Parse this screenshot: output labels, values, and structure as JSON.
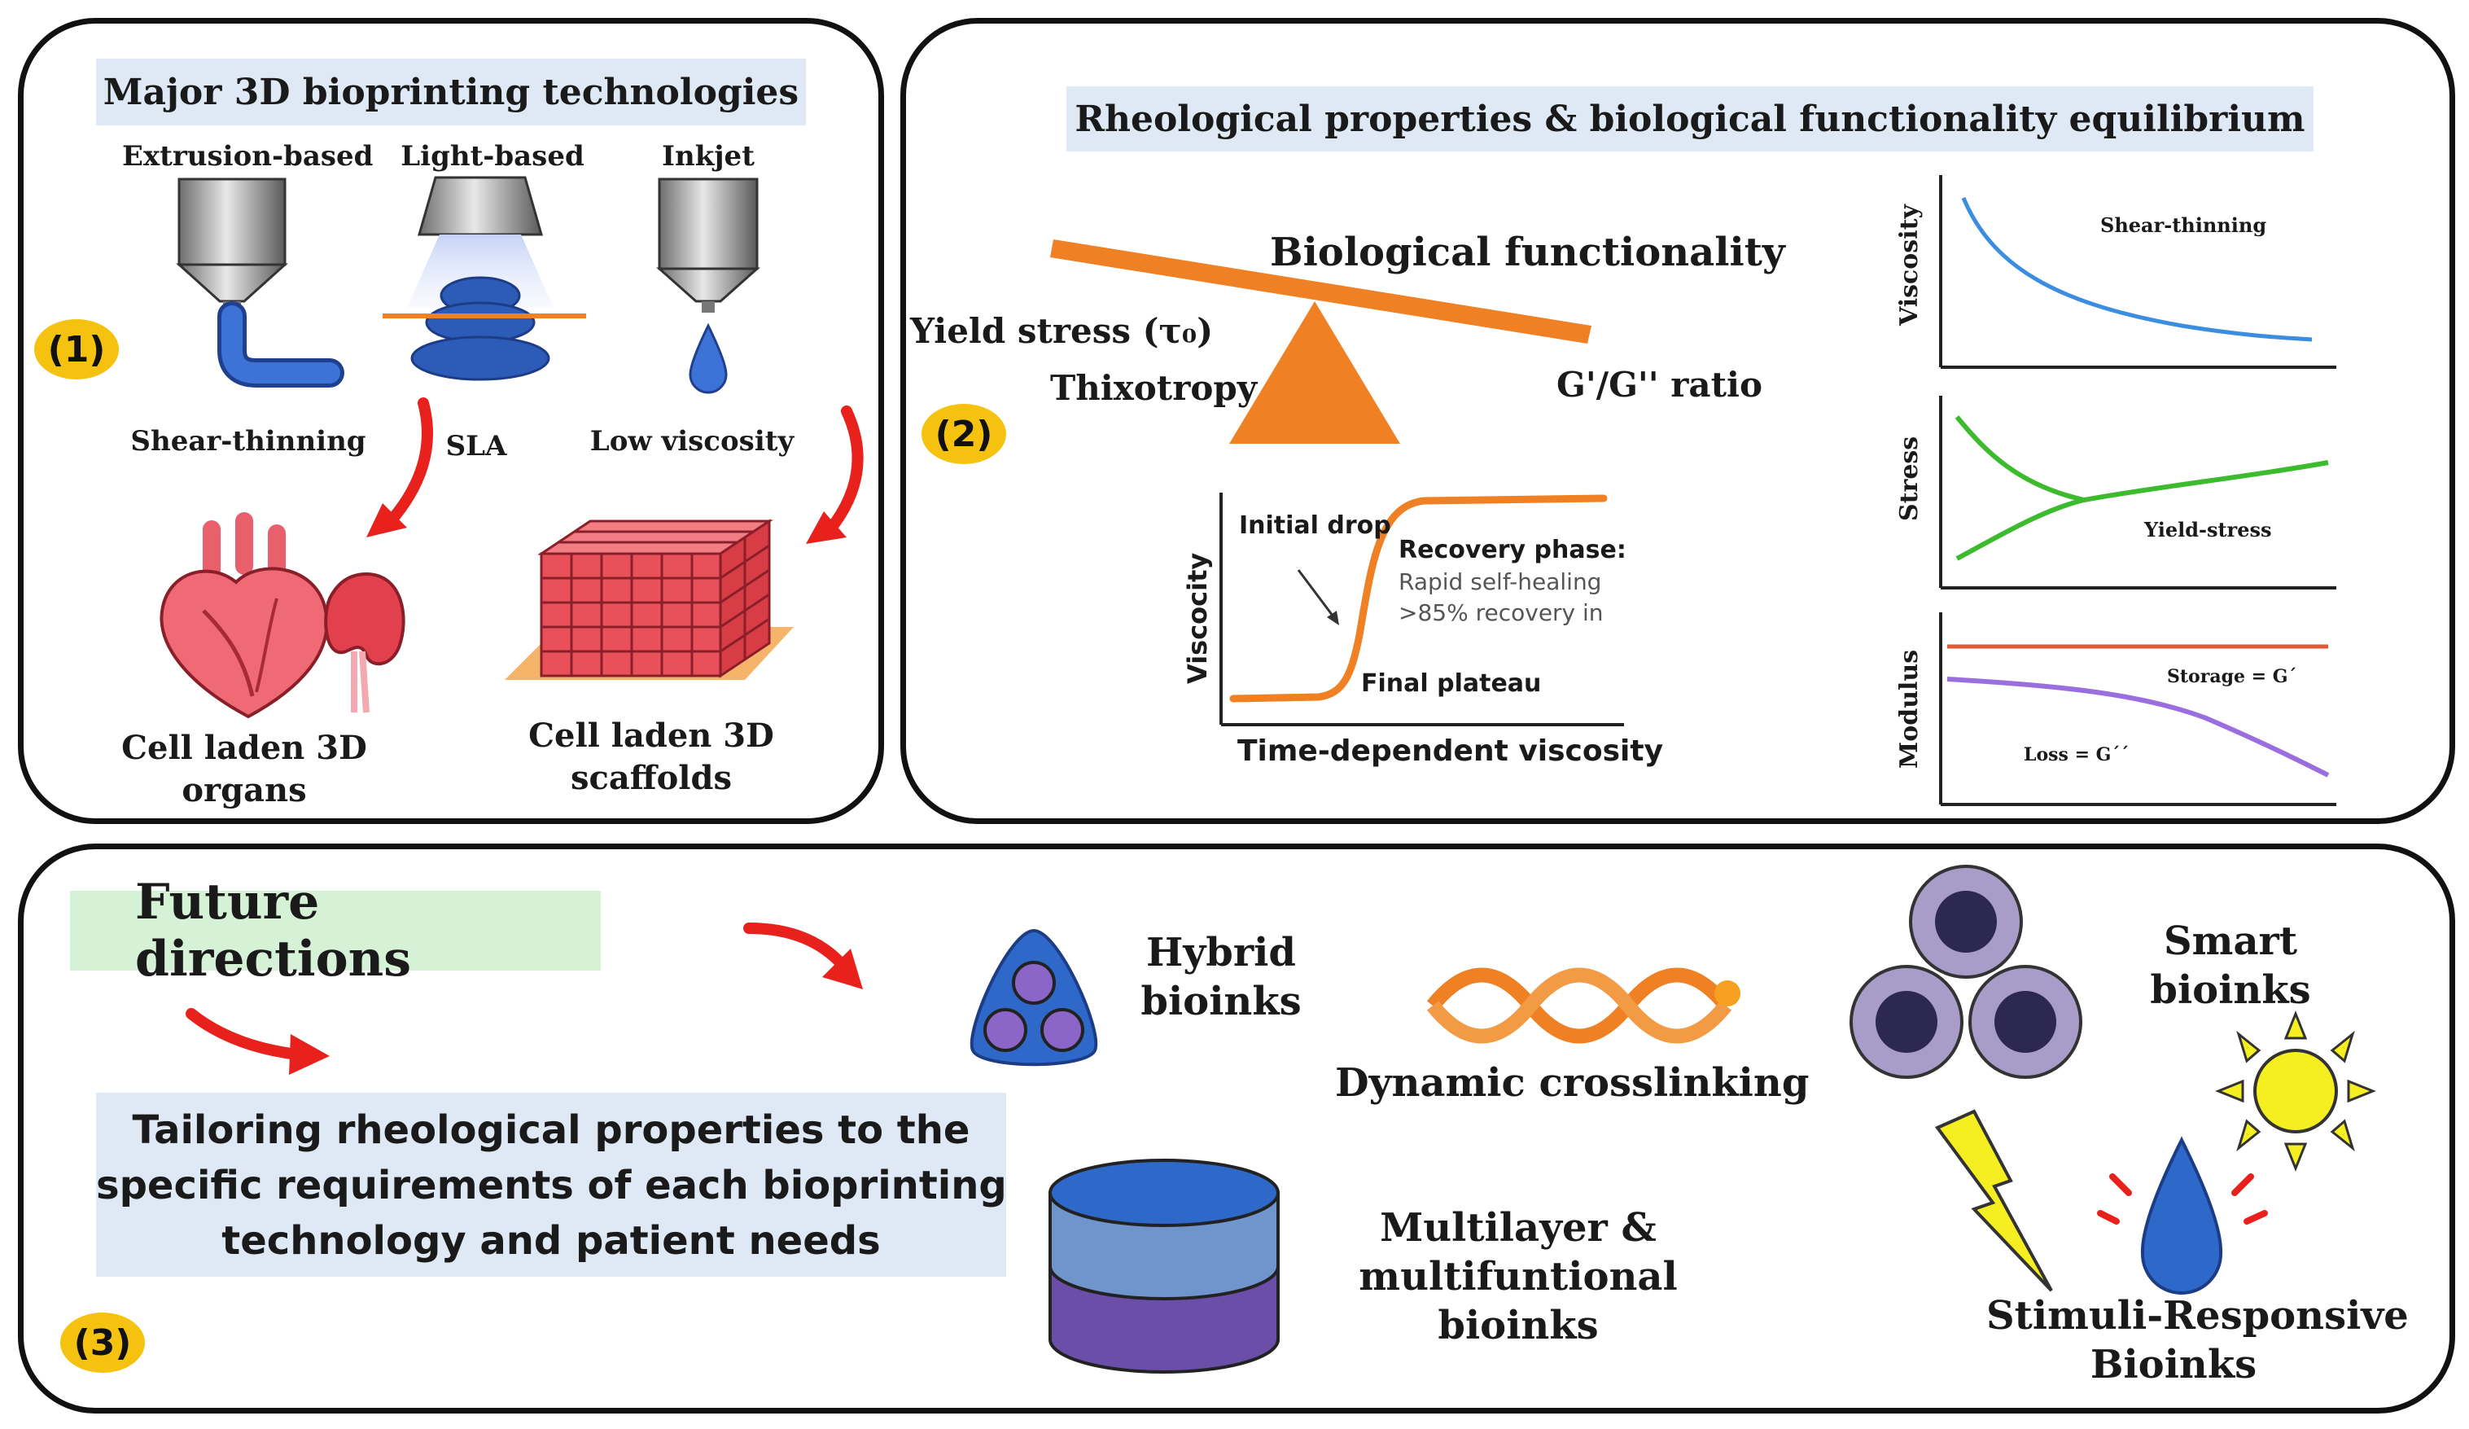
{
  "panel1": {
    "title": "Major 3D bioprinting technologies",
    "badge": "(1)",
    "tech": [
      "Extrusion-based",
      "Light-based",
      "Inkjet"
    ],
    "properties": [
      "Shear-thinning",
      "SLA",
      "Low viscosity"
    ],
    "organs_label_line1": "Cell laden 3D",
    "organs_label_line2": "organs",
    "scaffolds_label_line1": "Cell laden 3D",
    "scaffolds_label_line2": "scaffolds"
  },
  "panel2": {
    "title": "Rheological properties & biological functionality equilibrium",
    "badge": "(2)",
    "balance": {
      "top": "Biological functionality",
      "yield": "Yield stress (τ₀)",
      "thixo": "Thixotropy",
      "ratio": "G'/G'' ratio"
    },
    "tdv": {
      "ylabel": "Viscocity",
      "xlabel": "Time-dependent viscosity",
      "initial": "Initial drop",
      "recovery_title": "Recovery phase:",
      "recovery_1": "Rapid self-healing",
      "recovery_2": ">85% recovery in",
      "final": "Final plateau"
    },
    "mini": {
      "viscosity_label": "Viscosity",
      "shear": "Shear-thinning",
      "stress_label": "Stress",
      "yield": "Yield-stress",
      "modulus_label": "Modulus",
      "storage": "Storage = G´",
      "loss": "Loss = G´´"
    },
    "colors": {
      "balance": "#ef8023",
      "shear": "#3b8de0",
      "stress": "#3dbb2e",
      "storage": "#e05a3a",
      "loss": "#9b6ee0"
    }
  },
  "panel3": {
    "title": "Future directions",
    "badge": "(3)",
    "tailoring_1": "Tailoring rheological properties to the",
    "tailoring_2": "specific requirements of each bioprinting",
    "tailoring_3": "technology and patient needs",
    "hybrid_1": "Hybrid",
    "hybrid_2": "bioinks",
    "dynamic": "Dynamic crosslinking",
    "smart_1": "Smart",
    "smart_2": "bioinks",
    "multi_1": "Multilayer &",
    "multi_2": "multifuntional",
    "multi_3": "bioinks",
    "stimuli_1": "Stimuli-Responsive",
    "stimuli_2": "Bioinks"
  }
}
